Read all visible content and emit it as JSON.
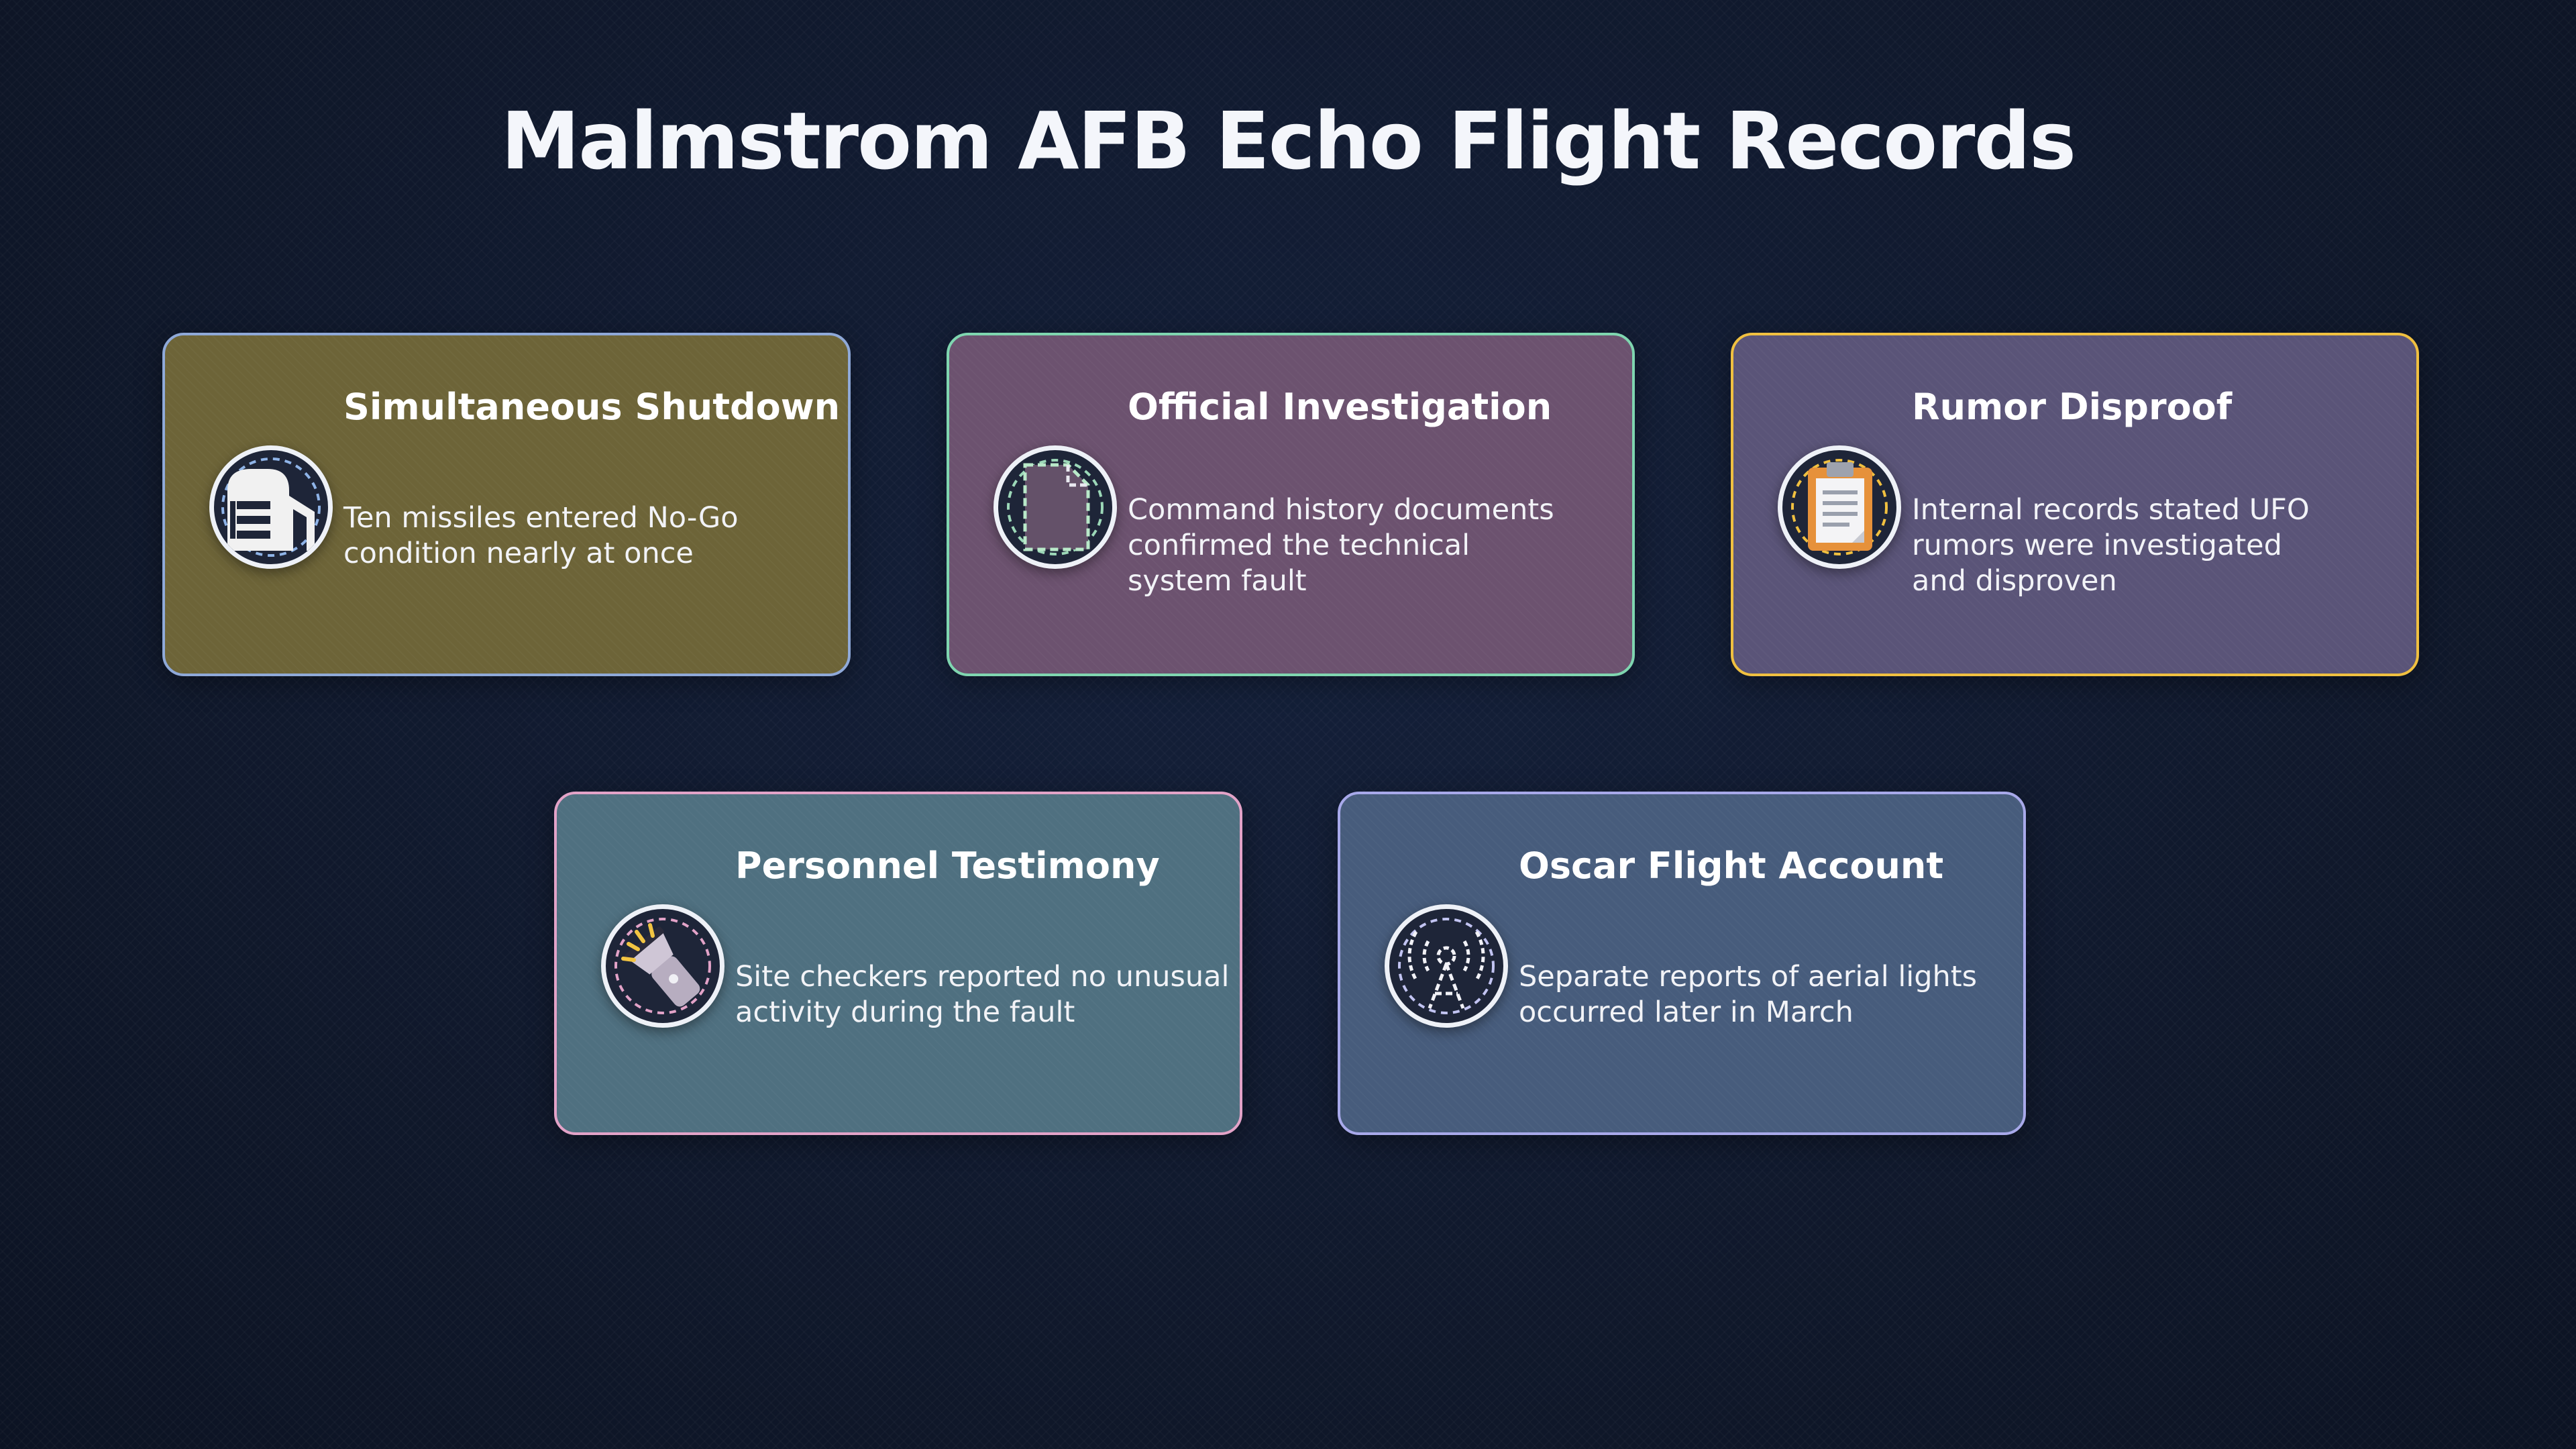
{
  "title": "Malmstrom AFB Echo Flight Records",
  "cards": [
    {
      "title": "Simultaneous Shutdown",
      "description": "Ten missiles entered No-Go\ncondition nearly at once",
      "icon": "missile-silo-icon",
      "bg_color": "#6d6438",
      "border_color": "#8fa9d8"
    },
    {
      "title": "Official Investigation",
      "description": "Command history documents\nconfirmed the technical\nsystem fault",
      "icon": "document-icon",
      "bg_color": "#6c526f",
      "border_color": "#7fd6b0"
    },
    {
      "title": "Rumor Disproof",
      "description": "Internal records stated UFO\nrumors were investigated\nand disproven",
      "icon": "clipboard-icon",
      "bg_color": "#5a5478",
      "border_color": "#f0c040"
    },
    {
      "title": "Personnel Testimony",
      "description": "Site checkers reported no unusual\nactivity during the fault",
      "icon": "flashlight-icon",
      "bg_color": "#4f7080",
      "border_color": "#e3a3c8"
    },
    {
      "title": "Oscar Flight Account",
      "description": "Separate reports of aerial lights\noccurred later in March",
      "icon": "radio-tower-icon",
      "bg_color": "#475c7c",
      "border_color": "#a8a9ea"
    }
  ]
}
